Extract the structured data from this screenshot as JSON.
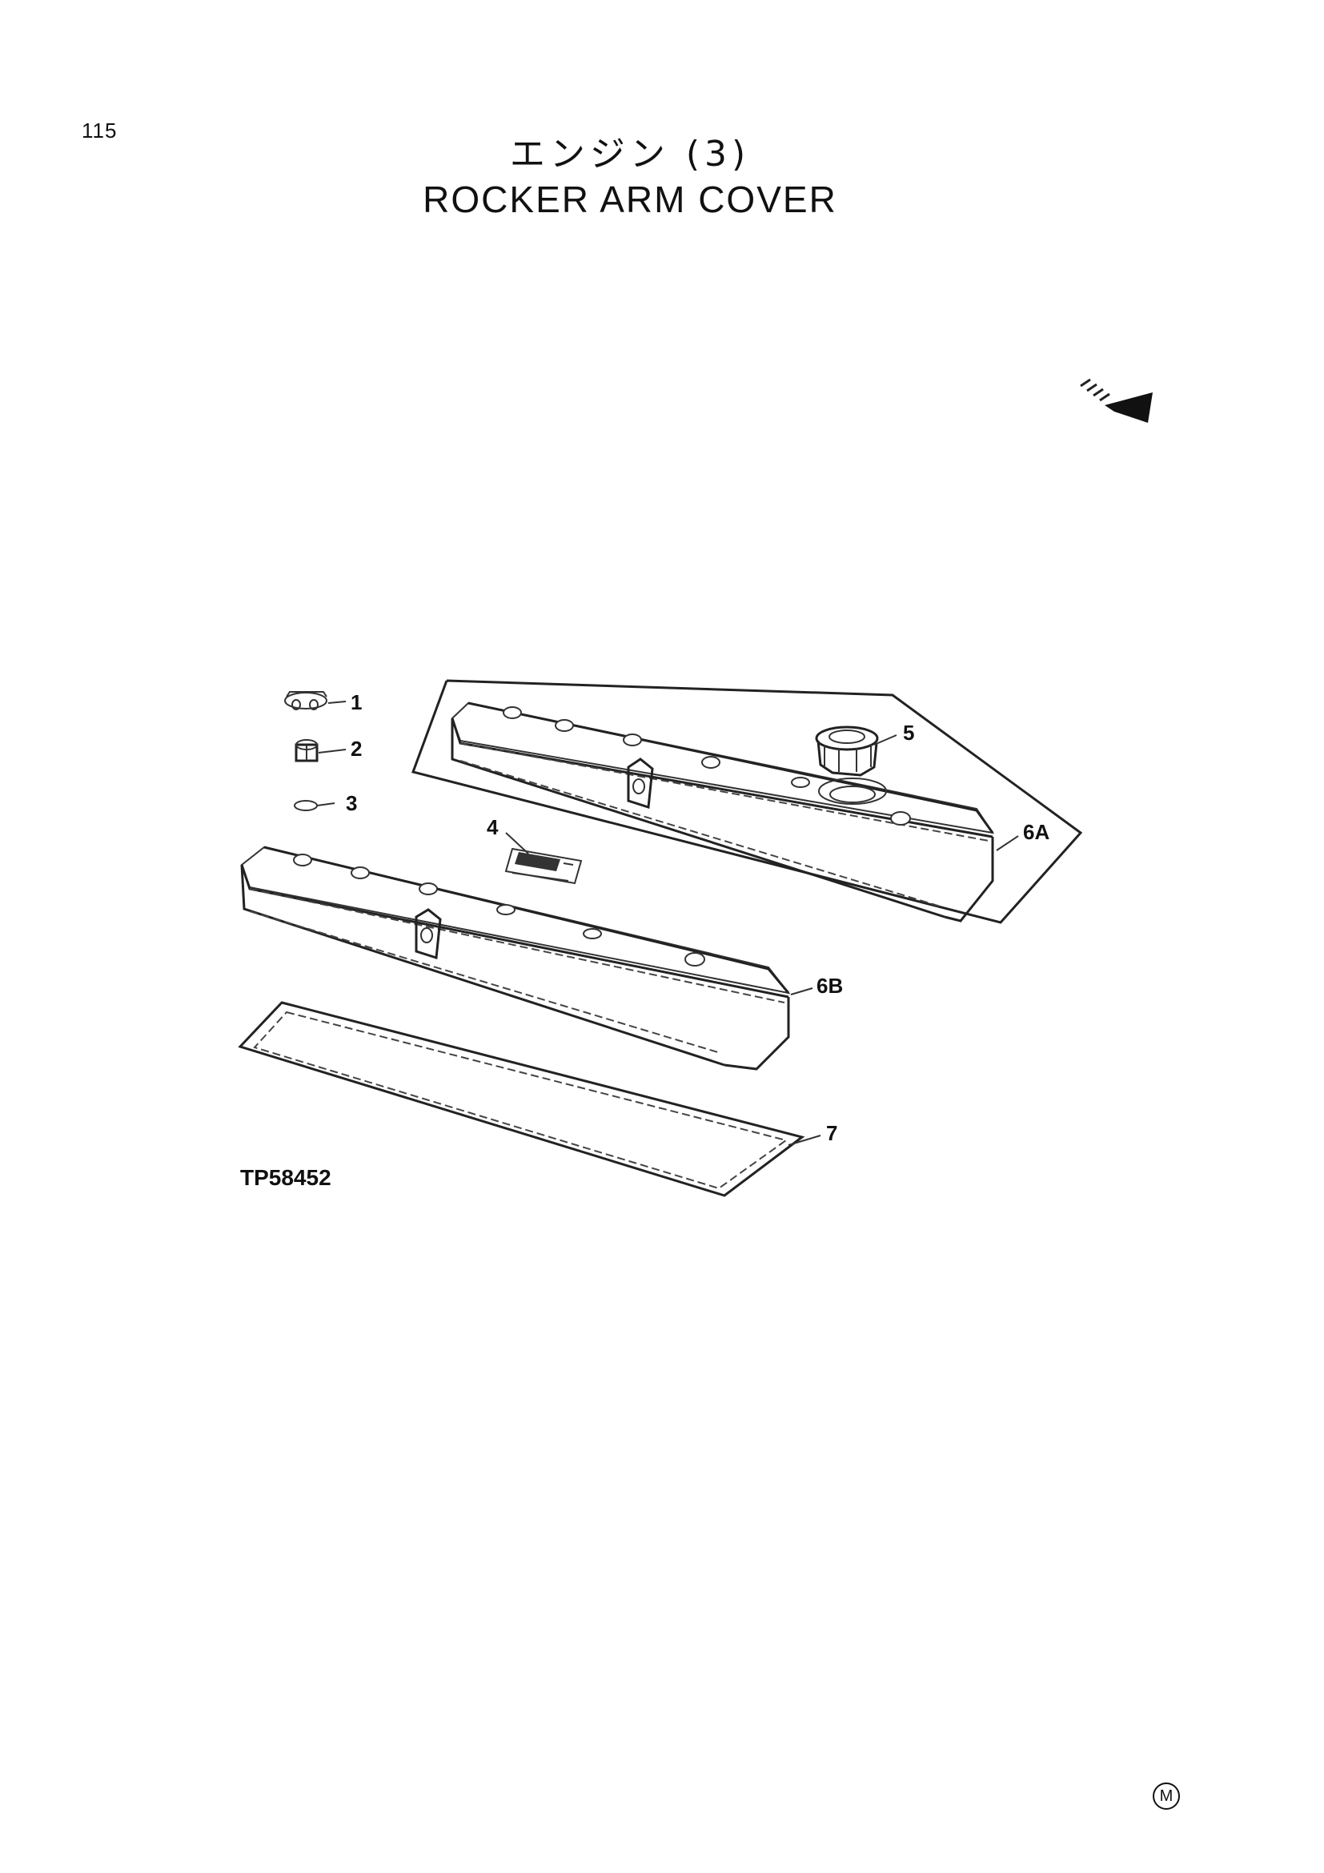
{
  "page_number": "115",
  "title": {
    "japanese": "エンジン (3)",
    "english": "ROCKER ARM COVER"
  },
  "figure_code": "TP58452",
  "callouts": [
    "1",
    "2",
    "3",
    "4",
    "5",
    "6A",
    "6B",
    "7"
  ],
  "corner_mark": "M"
}
